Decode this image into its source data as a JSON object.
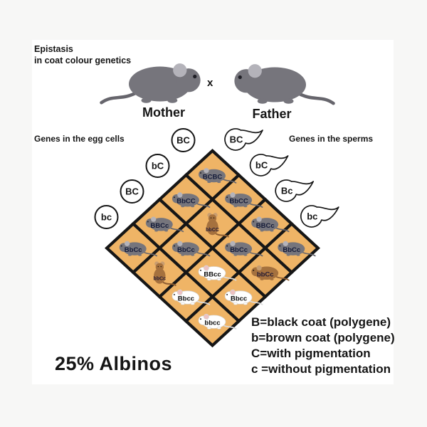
{
  "title": {
    "line1": "Epistasis",
    "line2": "in coat colour genetics"
  },
  "parents": {
    "mother_label": "Mother",
    "father_label": "Father",
    "cross_symbol": "x"
  },
  "sections": {
    "eggs": "Genes in the egg cells",
    "sperms": "Genes in the sperms"
  },
  "gametes": {
    "eggs": [
      "BC",
      "bC",
      "BC",
      "bc"
    ],
    "sperms": [
      "BC",
      "bC",
      "Bc",
      "bc"
    ]
  },
  "punnett": {
    "cells": [
      {
        "r": 0,
        "c": 0,
        "genotype": "BCBC",
        "coat": "grey",
        "pose": "side"
      },
      {
        "r": 1,
        "c": 0,
        "genotype": "BbCC",
        "coat": "grey",
        "pose": "side"
      },
      {
        "r": 0,
        "c": 1,
        "genotype": "BbCC",
        "coat": "grey",
        "pose": "side"
      },
      {
        "r": 2,
        "c": 0,
        "genotype": "BBCc",
        "coat": "grey",
        "pose": "side"
      },
      {
        "r": 1,
        "c": 1,
        "genotype": "bbCC",
        "coat": "brown",
        "pose": "stand"
      },
      {
        "r": 0,
        "c": 2,
        "genotype": "BBCc",
        "coat": "grey",
        "pose": "side"
      },
      {
        "r": 3,
        "c": 0,
        "genotype": "BbCc",
        "coat": "grey",
        "pose": "side"
      },
      {
        "r": 2,
        "c": 1,
        "genotype": "BbCc",
        "coat": "grey",
        "pose": "side"
      },
      {
        "r": 1,
        "c": 2,
        "genotype": "BbCc",
        "coat": "grey",
        "pose": "side"
      },
      {
        "r": 0,
        "c": 3,
        "genotype": "BbCc",
        "coat": "grey",
        "pose": "side"
      },
      {
        "r": 3,
        "c": 1,
        "genotype": "bbCc",
        "coat": "brown",
        "pose": "stand"
      },
      {
        "r": 2,
        "c": 2,
        "genotype": "BBcc",
        "coat": "white",
        "pose": "side"
      },
      {
        "r": 1,
        "c": 3,
        "genotype": "bbCc",
        "coat": "brown",
        "pose": "side"
      },
      {
        "r": 3,
        "c": 2,
        "genotype": "Bbcc",
        "coat": "white",
        "pose": "side"
      },
      {
        "r": 2,
        "c": 3,
        "genotype": "Bbcc",
        "coat": "white",
        "pose": "side"
      },
      {
        "r": 3,
        "c": 3,
        "genotype": "bbcc",
        "coat": "white",
        "pose": "side"
      }
    ]
  },
  "result_label": "25% Albinos",
  "legend": [
    "B=black coat (polygene)",
    "b=brown coat (polygene)",
    "C=with pigmentation",
    "c =without pigmentation"
  ],
  "colors": {
    "background": "#f7f7f6",
    "poster": "#ffffff",
    "cell_fill": "#efb466",
    "grid_line": "#161616",
    "gamete_stroke": "#151515",
    "text": "#151515",
    "coats": {
      "grey": {
        "body": "#76757c",
        "ear": "#b4b3ba",
        "tail": "#66656c",
        "eye": "#1f1f26",
        "label": "#131a38",
        "outline": ""
      },
      "brown": {
        "body": "#a5713e",
        "ear": "#c89d6f",
        "tail": "#8d5e33",
        "eye": "#2a1d12",
        "label": "#241a33",
        "outline": ""
      },
      "white": {
        "body": "#ffffff",
        "ear": "#edc2c2",
        "tail": "#dcdcdc",
        "eye": "#2a2a2a",
        "label": "#101010",
        "outline": "#d5d5d5"
      }
    }
  }
}
